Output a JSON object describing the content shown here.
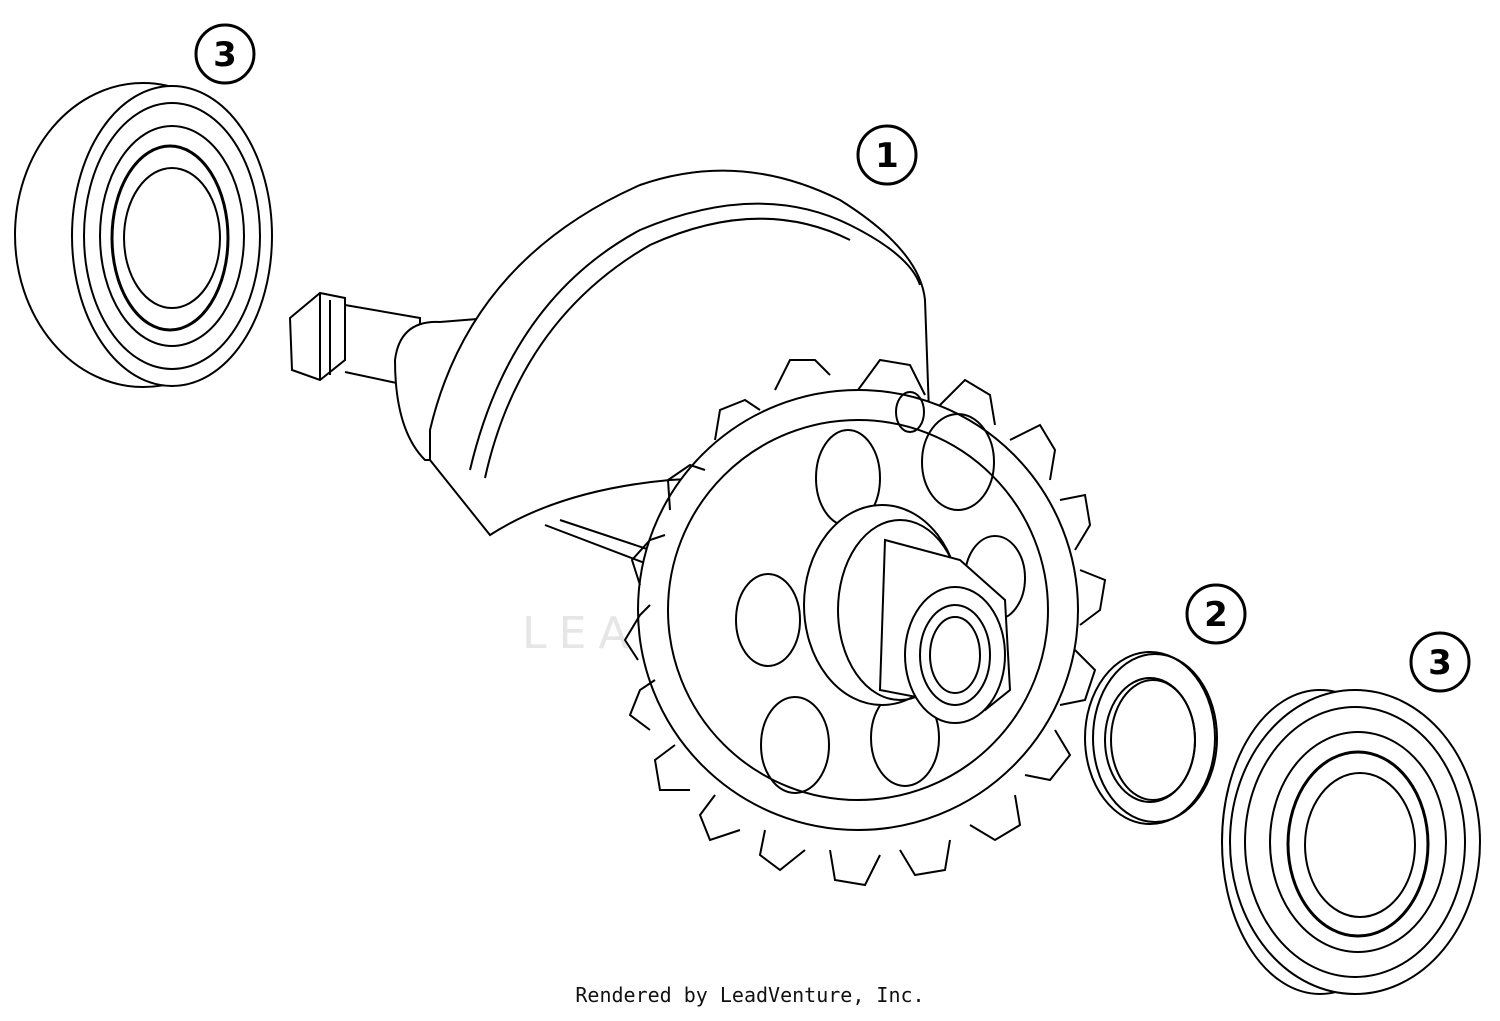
{
  "callouts": {
    "bearing_top": "3",
    "crankshaft": "1",
    "washer": "2",
    "bearing_bottom": "3"
  },
  "watermark": "LEADVENTURE",
  "credit": "Rendered by LeadVenture, Inc.",
  "colors": {
    "line": "#000000",
    "watermark": "#e6e6e6",
    "background": "#ffffff"
  }
}
